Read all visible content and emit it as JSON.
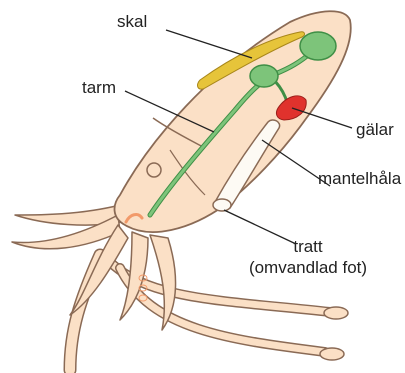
{
  "labels": {
    "skal": "skal",
    "tarm": "tarm",
    "galar": "gälar",
    "mantelhala": "mantelhåla",
    "tratt_line1": "tratt",
    "tratt_line2": "(omvandlad fot)"
  },
  "colors": {
    "body_fill": "#fbe0c6",
    "body_stroke": "#8a6a55",
    "shell": "#e6c43a",
    "digestive": "#7dc47a",
    "digestive_stroke": "#3f8f46",
    "gills": "#e0322d",
    "funnel": "#fdfaf4",
    "suckers": "#f29a6a",
    "leader": "#222222"
  }
}
